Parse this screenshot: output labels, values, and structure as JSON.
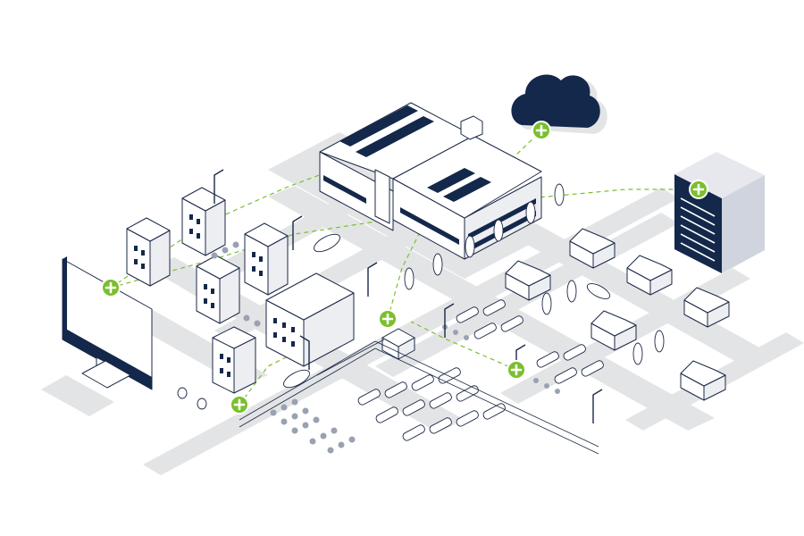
{
  "diagram": {
    "colors": {
      "navy": "#13284a",
      "road": "#e3e4e6",
      "connector": "#7bbf2e",
      "building_light": "#ffffff",
      "building_shade": "#eceef2",
      "server_side": "#cfd4de"
    },
    "nodes": [
      {
        "name": "monitor",
        "icon": "desktop-monitor-icon"
      },
      {
        "name": "cloud",
        "icon": "cloud-icon"
      },
      {
        "name": "server-rack",
        "icon": "server-icon"
      },
      {
        "name": "factory",
        "icon": "factory-icon"
      }
    ],
    "connectors": [
      {
        "icon": "plus-icon",
        "label": "monitor"
      },
      {
        "icon": "plus-icon",
        "label": "cloud"
      },
      {
        "icon": "plus-icon",
        "label": "server-rack"
      },
      {
        "icon": "plus-icon",
        "label": "storage-hut"
      },
      {
        "icon": "plus-icon",
        "label": "tank-yard"
      },
      {
        "icon": "plus-icon",
        "label": "apartment"
      }
    ]
  }
}
